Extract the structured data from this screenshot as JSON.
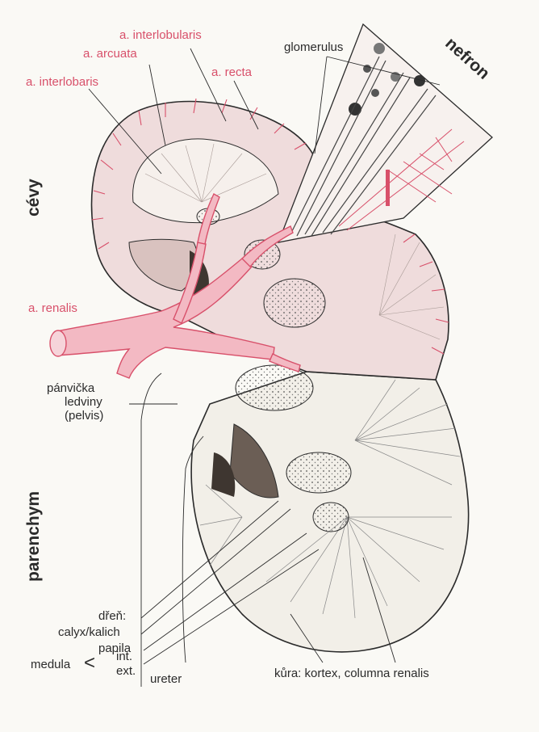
{
  "labels": {
    "interlobularis": "a. interlobularis",
    "arcuata": "a. arcuata",
    "recta": "a. recta",
    "interlobaris": "a. interlobaris",
    "glomerulus": "glomerulus",
    "nefron": "nefron",
    "cevy": "cévy",
    "renalis": "a. renalis",
    "pelvis": [
      "pánvička",
      "ledviny",
      "(pelvis)"
    ],
    "parenchym": "parenchym",
    "dren": "dřeň:",
    "calyx": "calyx/kalich",
    "papila": "papila",
    "medula": "medula",
    "medula_bracket": "<",
    "int": "int.",
    "ext": "ext.",
    "ureter": "ureter",
    "kura": "kůra: kortex, columna renalis"
  },
  "colors": {
    "vessel": "#d8506a",
    "vessel_fill": "#f3b9c3",
    "cortex_tint": "#efdcdc",
    "lower_tint": "#f2efe8",
    "ink": "#2b2b2b",
    "background": "#faf9f5"
  }
}
